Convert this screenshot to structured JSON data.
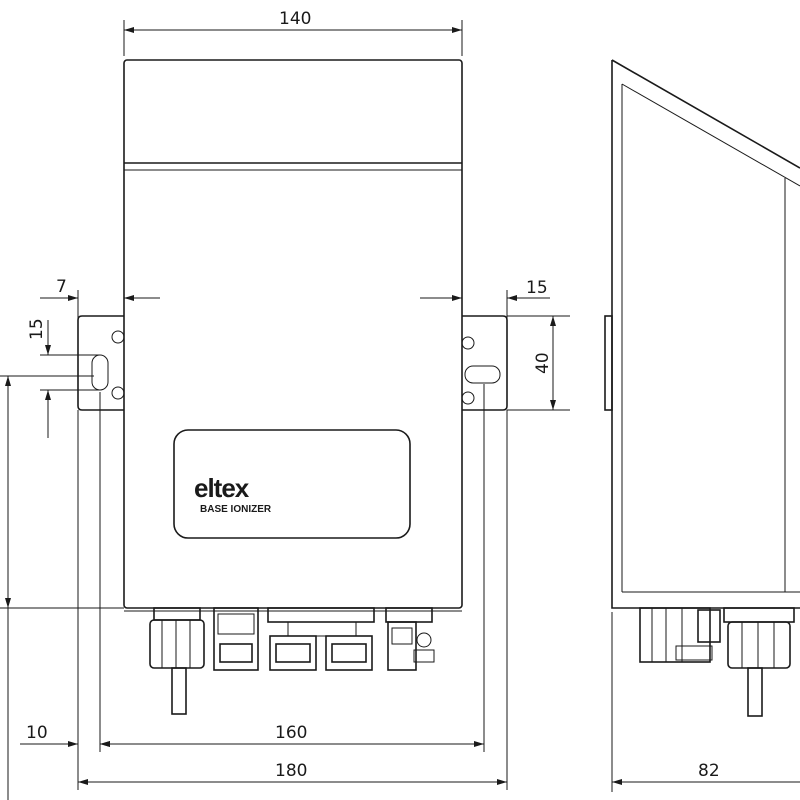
{
  "dimensions": {
    "width_top": "140",
    "flange_left": "7",
    "flange_right": "15",
    "slot_vertical": "15",
    "slot_height": "40",
    "hole_offset": "10",
    "hole_spacing": "160",
    "overall_width": "180",
    "depth": "82"
  },
  "product": {
    "logo": "eltex",
    "label": "BASE IONIZER"
  }
}
